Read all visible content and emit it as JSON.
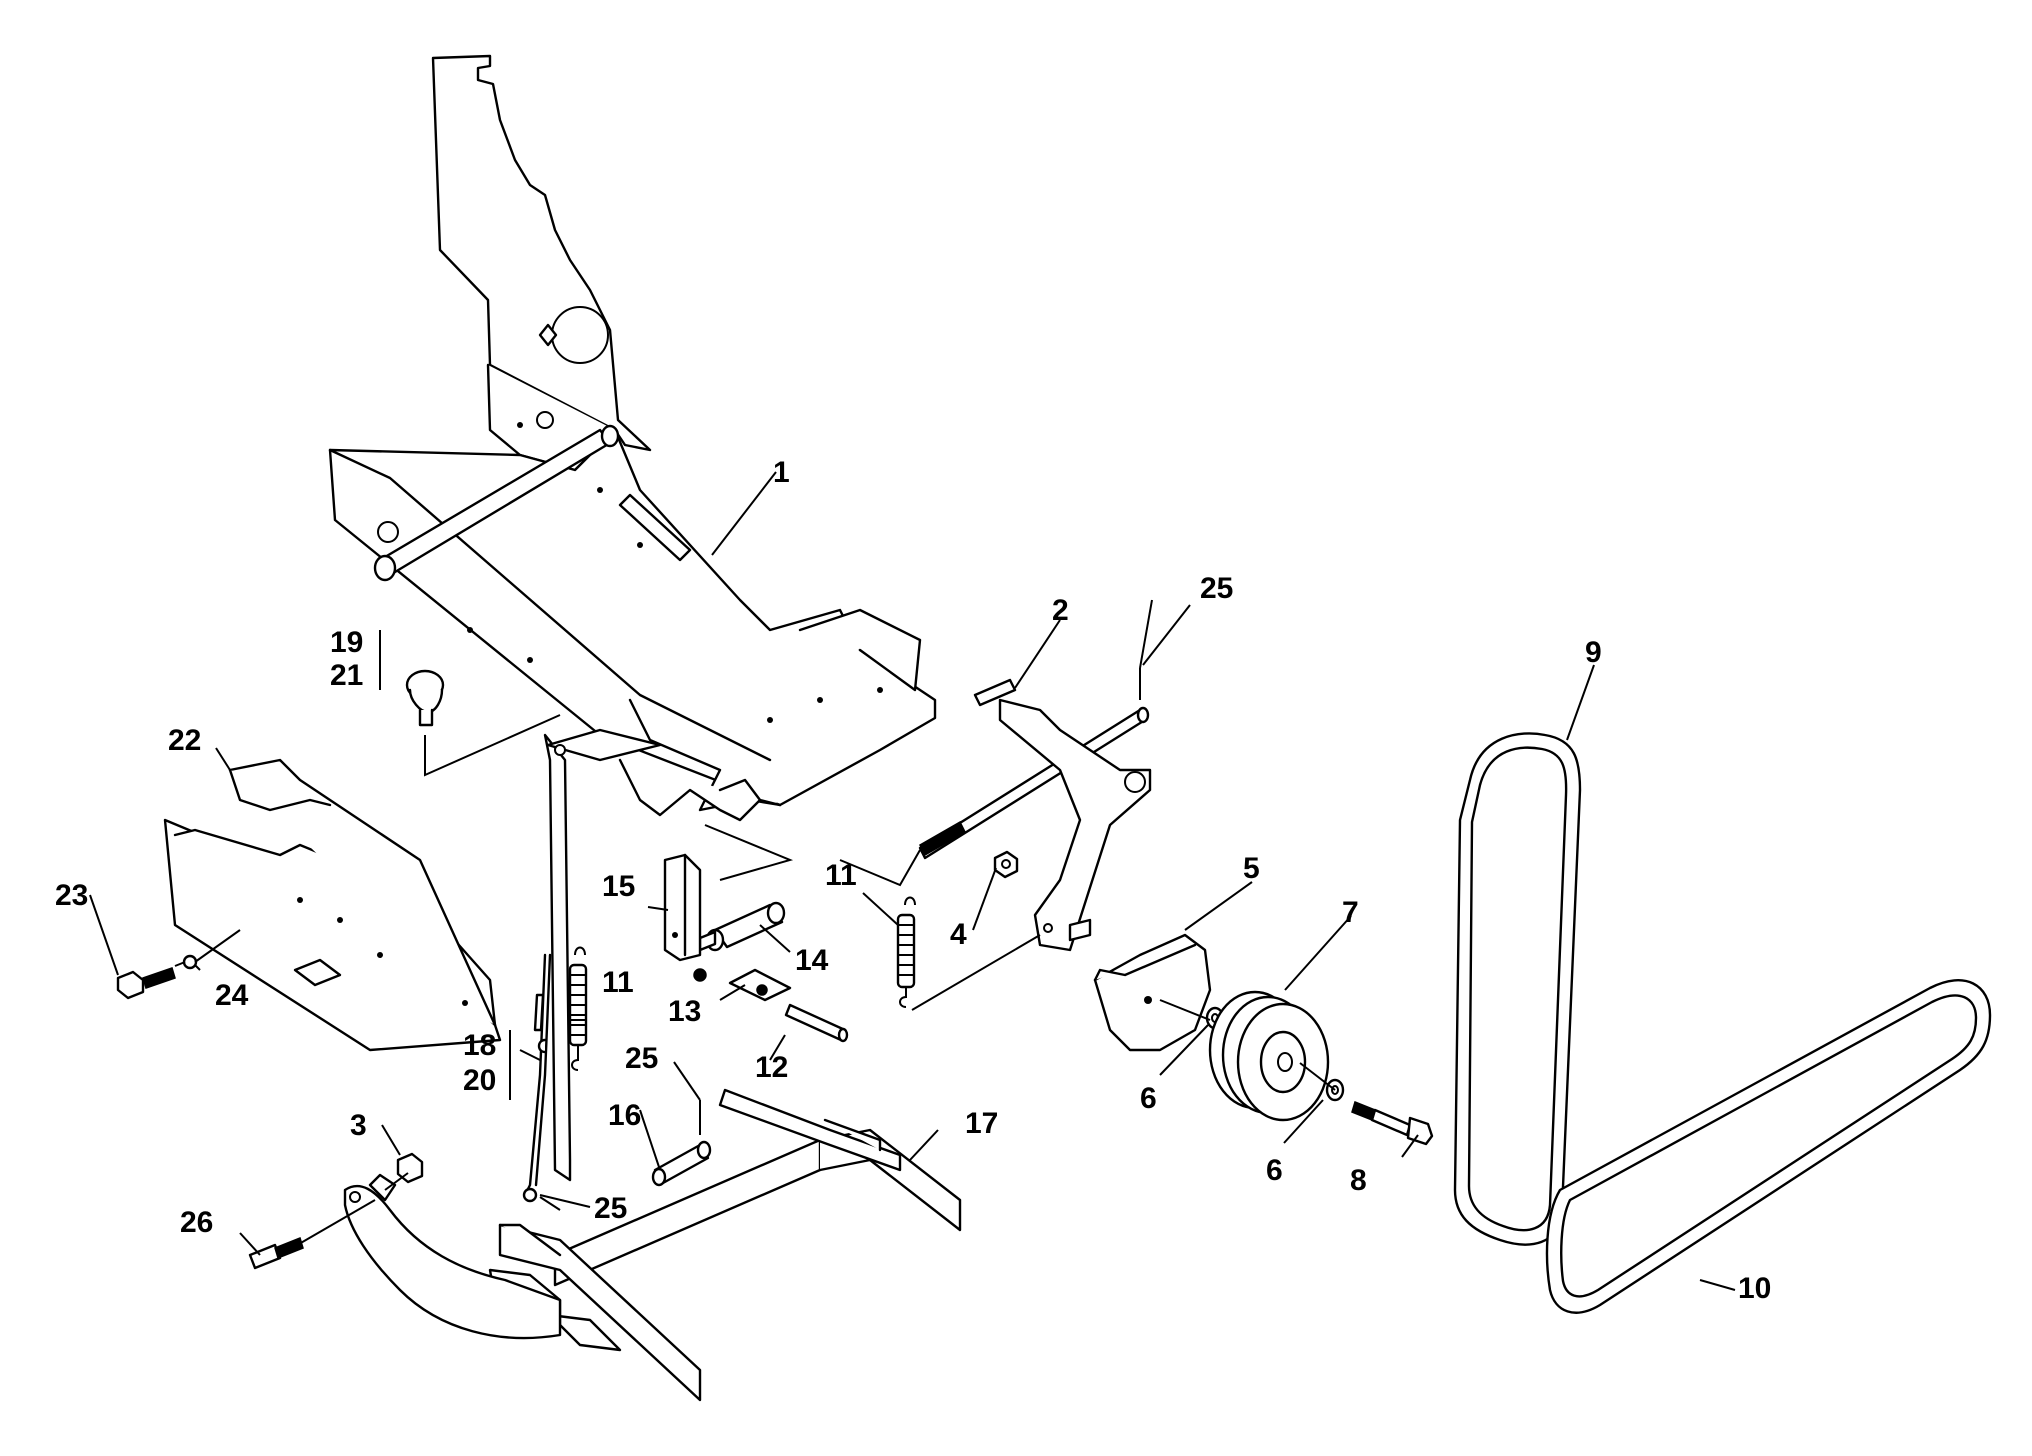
{
  "diagram": {
    "colors": {
      "ink": "#000000",
      "paper": "#ffffff"
    },
    "callouts": [
      {
        "id": "c1",
        "label": "1"
      },
      {
        "id": "c2",
        "label": "2"
      },
      {
        "id": "c3",
        "label": "3"
      },
      {
        "id": "c4",
        "label": "4"
      },
      {
        "id": "c5",
        "label": "5"
      },
      {
        "id": "c6a",
        "label": "6"
      },
      {
        "id": "c6b",
        "label": "6"
      },
      {
        "id": "c7",
        "label": "7"
      },
      {
        "id": "c8",
        "label": "8"
      },
      {
        "id": "c9",
        "label": "9"
      },
      {
        "id": "c10",
        "label": "10"
      },
      {
        "id": "c11a",
        "label": "11"
      },
      {
        "id": "c11b",
        "label": "11"
      },
      {
        "id": "c12",
        "label": "12"
      },
      {
        "id": "c13",
        "label": "13"
      },
      {
        "id": "c14",
        "label": "14"
      },
      {
        "id": "c15",
        "label": "15"
      },
      {
        "id": "c16",
        "label": "16"
      },
      {
        "id": "c17",
        "label": "17"
      },
      {
        "id": "c18",
        "label": "18"
      },
      {
        "id": "c19",
        "label": "19"
      },
      {
        "id": "c20",
        "label": "20"
      },
      {
        "id": "c21",
        "label": "21"
      },
      {
        "id": "c22",
        "label": "22"
      },
      {
        "id": "c23",
        "label": "23"
      },
      {
        "id": "c24",
        "label": "24"
      },
      {
        "id": "c25a",
        "label": "25"
      },
      {
        "id": "c25b",
        "label": "25"
      },
      {
        "id": "c25c",
        "label": "25"
      },
      {
        "id": "c26",
        "label": "26"
      }
    ]
  }
}
